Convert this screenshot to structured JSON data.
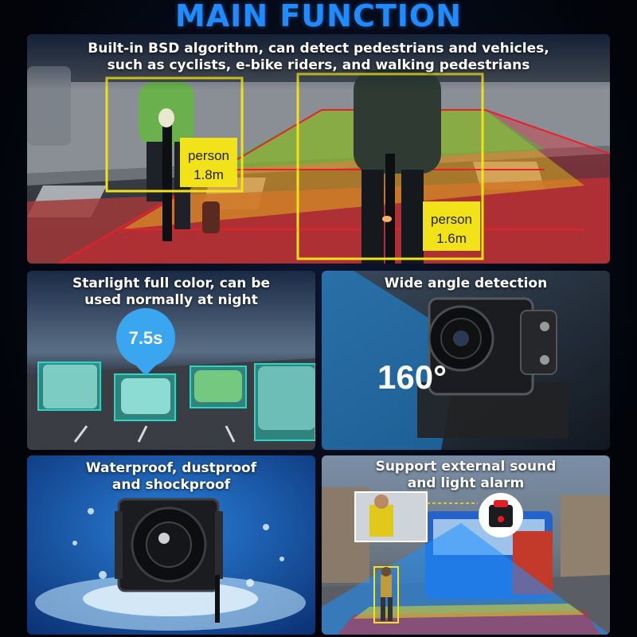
{
  "title": "MAIN FUNCTION",
  "panels": {
    "bsd": {
      "caption_line1": "Built-in BSD algorithm, can detect pedestrians and vehicles,",
      "caption_line2": "such as cyclists, e-bike riders, and walking pedestrians",
      "box1": {
        "label": "person",
        "distance": "1.8m"
      },
      "box2": {
        "label": "person",
        "distance": "1.6m"
      }
    },
    "starlight": {
      "caption_line1": "Starlight full color, can be",
      "caption_line2": "used normally at night",
      "timer": "7.5s"
    },
    "wide_angle": {
      "caption": "Wide angle detection",
      "angle": "160°"
    },
    "waterproof": {
      "caption_line1": "Waterproof, dustproof",
      "caption_line2": "and shockproof"
    },
    "alarm": {
      "caption_line1": "Support external sound",
      "caption_line2": "and light alarm"
    }
  },
  "colors": {
    "title_blue": "#1f8bff",
    "zone_red": "#e8202a",
    "zone_yellow": "#f2e21a",
    "zone_green": "#3cc43c",
    "detect_cyan": "#27d6c4",
    "timer_blue": "#3aa6ef"
  }
}
